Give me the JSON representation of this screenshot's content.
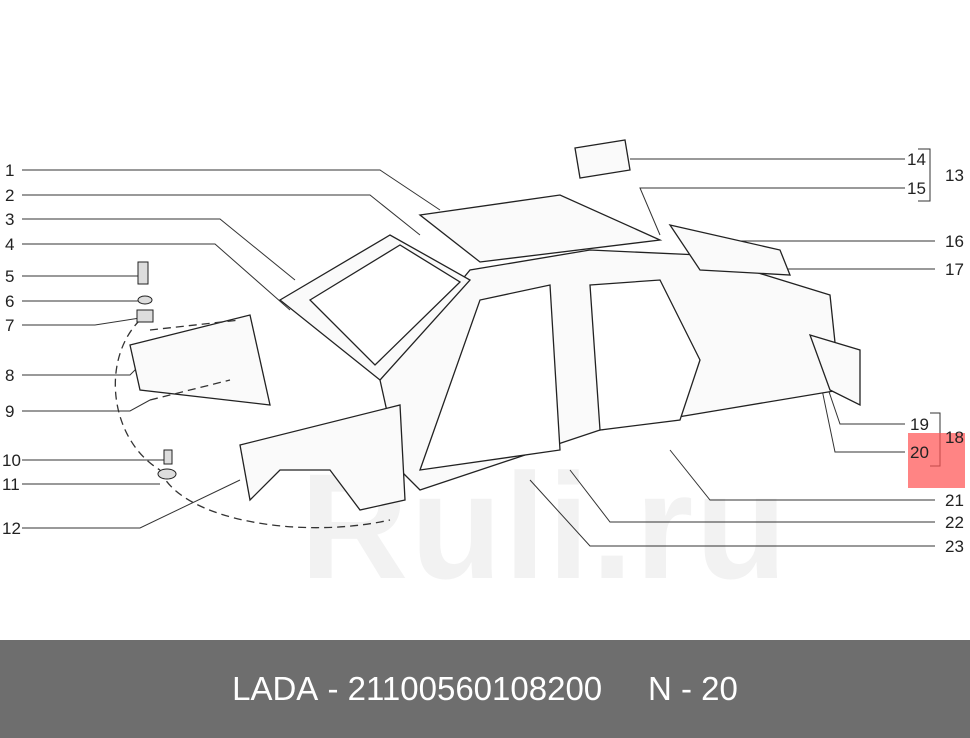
{
  "watermark": "Ruli.ru",
  "callouts_left": [
    "1",
    "2",
    "3",
    "4",
    "5",
    "6",
    "7",
    "8",
    "9",
    "10",
    "11",
    "12"
  ],
  "callouts_right": {
    "c14": "14",
    "c15": "15",
    "c13": "13",
    "c16": "16",
    "c17": "17",
    "c19": "19",
    "c20": "20",
    "c18": "18",
    "c21": "21",
    "c22": "22",
    "c23": "23"
  },
  "highlight_color": "#ff5050",
  "footer": {
    "brand": "LADA",
    "part_number": "21100560108200",
    "position": "N - 20"
  }
}
